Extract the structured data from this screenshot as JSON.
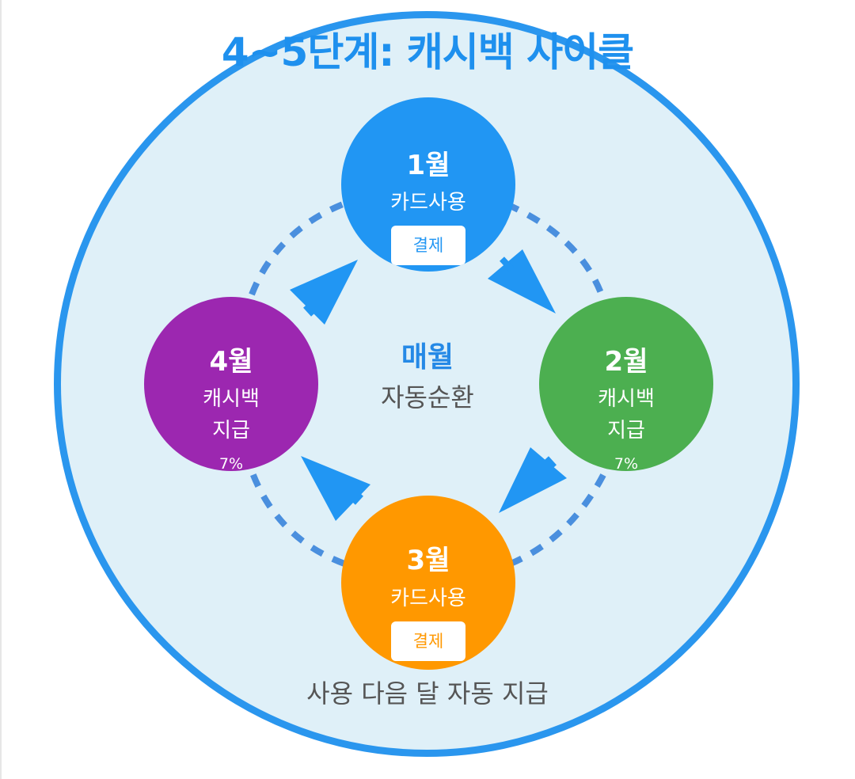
{
  "title": "4~5단계: 캐시백 사이클",
  "center": {
    "main": "매월",
    "sub": "자동순환"
  },
  "footer_note": "사용 다음 달 자동 지급",
  "nodes": {
    "jan": {
      "month": "1월",
      "line1": "카드사용",
      "badge": "결제",
      "color": "#2196f3"
    },
    "feb": {
      "month": "2월",
      "line1": "캐시백",
      "line2": "지급",
      "percent": "7%",
      "color": "#4caf50"
    },
    "mar": {
      "month": "3월",
      "line1": "카드사용",
      "badge": "결제",
      "color": "#ff9800"
    },
    "apr": {
      "month": "4월",
      "line1": "캐시백",
      "line2": "지급",
      "percent": "7%",
      "color": "#9c27b0"
    }
  },
  "colors": {
    "outer_ring": "#2a96ee",
    "outer_fill": "#dff0f8",
    "dashed_path": "#4a8fde",
    "arrow": "#2196f3"
  },
  "cycle_order": [
    "1월",
    "2월",
    "3월",
    "4월"
  ]
}
